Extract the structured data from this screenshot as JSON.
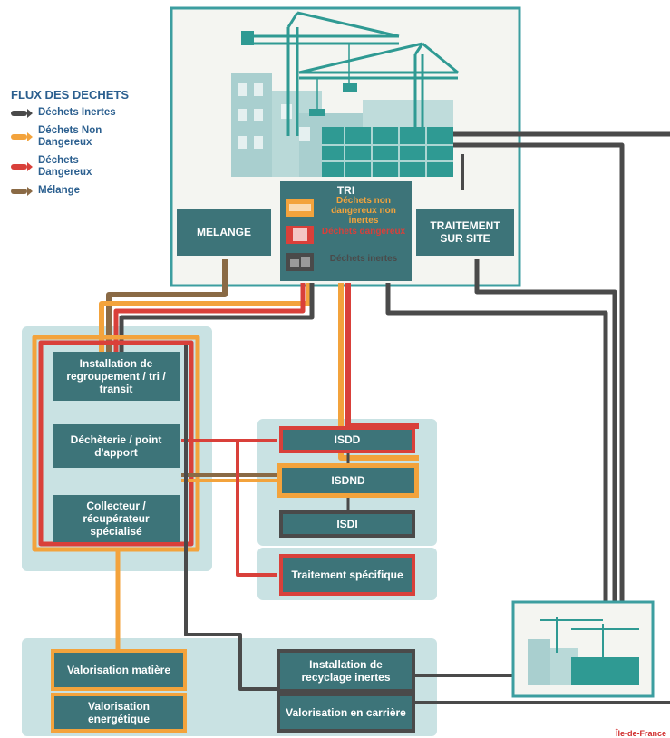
{
  "colors": {
    "teal_panel": "#c9e2e3",
    "site_border": "#3c9ea0",
    "box_fill": "#3d7479",
    "inert": "#4a4a4a",
    "non_hazardous": "#f3a33c",
    "hazardous": "#d9403a",
    "mixed": "#8a6a45",
    "legend_title": "#2b5f8f"
  },
  "legend": {
    "title": "FLUX DES DECHETS",
    "items": [
      {
        "label": "Déchets Inertes",
        "color": "#4a4a4a"
      },
      {
        "label": "Déchets Non Dangereux",
        "color": "#f3a33c"
      },
      {
        "label": "Déchets Dangereux",
        "color": "#d9403a"
      },
      {
        "label": "Mélange",
        "color": "#8a6a45"
      }
    ]
  },
  "site": {
    "melange": "MELANGE",
    "tri": {
      "title": "TRI",
      "items": [
        {
          "label": "Déchets non dangereux non inertes",
          "color": "#f3a33c",
          "icon": "beam-icon"
        },
        {
          "label": "Déchets dangereux",
          "color": "#d9403a",
          "icon": "hazard-canister-icon"
        },
        {
          "label": "Déchets inertes",
          "color": "#4a4a4a",
          "icon": "rubble-icon"
        }
      ]
    },
    "treatment": "TRAITEMENT SUR SITE"
  },
  "collection": {
    "regroupement": "Installation de regroupement / tri / transit",
    "decheterie": "Déchèterie / point d'apport",
    "collecteur": "Collecteur / récupérateur spécialisé"
  },
  "storage": {
    "isdd": "ISDD",
    "isdnd": "ISDND",
    "isdi": "ISDI",
    "traitement_specifique": "Traitement spécifique"
  },
  "valorisation": {
    "matiere": "Valorisation matière",
    "energetique": "Valorisation energétique",
    "recyclage_inertes": "Installation de recyclage inertes",
    "carriere": "Valorisation en carrière"
  },
  "brand": "Île-de-France"
}
